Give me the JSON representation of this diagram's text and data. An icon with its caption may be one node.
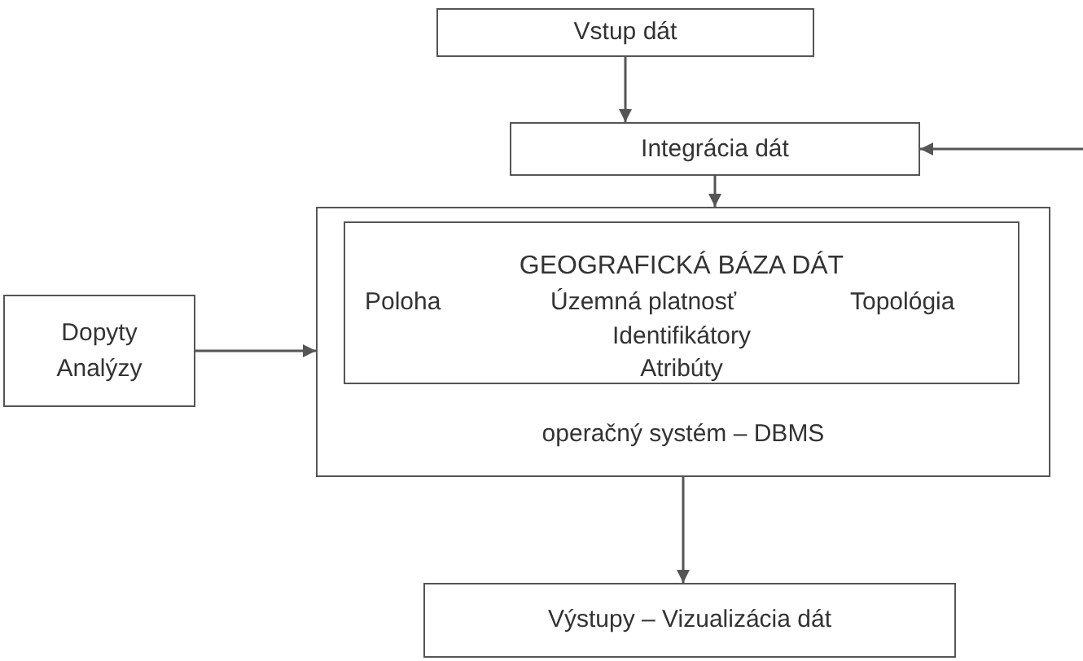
{
  "diagram": {
    "nodes": [
      {
        "text": [
          "Vstup dát"
        ]
      },
      {
        "text": [
          "Integrácia dát"
        ]
      },
      {
        "text": [
          "operačný systém – DBMS"
        ]
      },
      {
        "text": [
          "GEOGRAFICKÁ BÁZA DÁT",
          "Poloha",
          "Územná platnosť",
          "Topológia",
          "Identifikátory",
          "Atribúty"
        ],
        "in": 2
      },
      {
        "text": [
          "Dopyty Analýzy"
        ]
      },
      {
        "text": [
          "Výstupy – Vizualizácia dát"
        ]
      }
    ],
    "edges": [
      {
        "from": 0,
        "to": 1,
        "arrow": "to"
      },
      {
        "from": 1,
        "to": 2,
        "arrow": "to"
      },
      {
        "from": null,
        "to": 1,
        "arrow": "to"
      },
      {
        "from": 4,
        "to": 2,
        "arrow": "to"
      },
      {
        "from": 2,
        "to": 5,
        "arrow": "to"
      }
    ]
  }
}
